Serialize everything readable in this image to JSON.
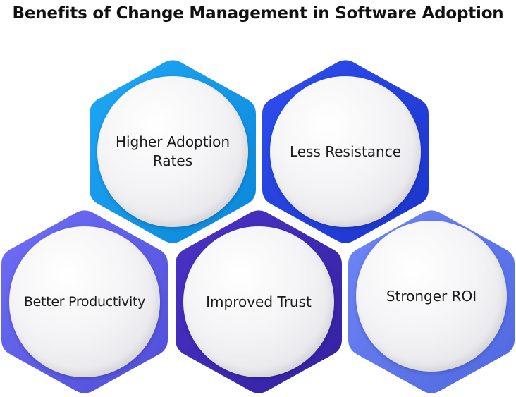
{
  "title": "Benefits of Change Management in Software Adoption",
  "benefits": [
    {
      "label": "Higher Adoption\nRates",
      "color": "#1fa8f5",
      "color_dark": "#0b86d8"
    },
    {
      "label": "Less Resistance",
      "color": "#2f4ff0",
      "color_dark": "#1b33c9"
    },
    {
      "label": "Better Productivity",
      "color": "#6f6ef5",
      "color_dark": "#4f4ed8"
    },
    {
      "label": "Improved Trust",
      "color": "#4b33c8",
      "color_dark": "#33219f"
    },
    {
      "label": "Stronger ROI",
      "color": "#6f86f7",
      "color_dark": "#4f68df"
    }
  ]
}
